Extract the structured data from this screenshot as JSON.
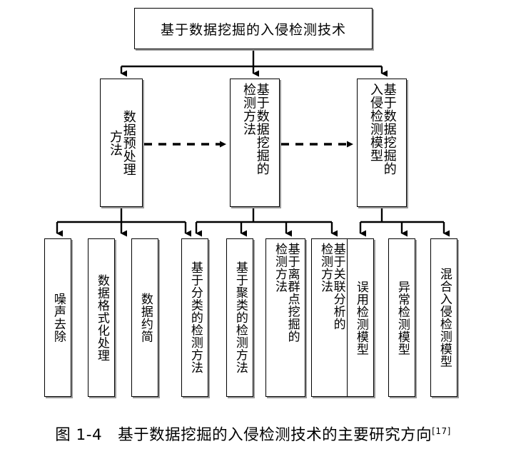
{
  "figure": {
    "caption_prefix": "图 1-4",
    "caption_text": "基于数据挖掘的入侵检测技术的主要研究方向",
    "caption_reference": "[17]"
  },
  "diagram": {
    "type": "tree-diagram",
    "root": {
      "id": "root",
      "label": "基于数据挖掘的入侵检测技术"
    },
    "branches": [
      {
        "id": "branch-preprocess",
        "col_primary": "数据预处理",
        "col_secondary": "方法",
        "children": [
          {
            "id": "leaf-noise-removal",
            "col_primary": "噪声去除",
            "col_secondary": ""
          },
          {
            "id": "leaf-data-format",
            "col_primary": "数据格式化处理",
            "col_secondary": ""
          },
          {
            "id": "leaf-data-reduction",
            "col_primary": "数据约简",
            "col_secondary": ""
          }
        ]
      },
      {
        "id": "branch-detection-method",
        "col_primary": "基于数据挖掘的",
        "col_secondary": "检测方法",
        "children": [
          {
            "id": "leaf-classification",
            "col_primary": "基于分类的检测方法",
            "col_secondary": ""
          },
          {
            "id": "leaf-clustering",
            "col_primary": "基于聚类的检测方法",
            "col_secondary": ""
          },
          {
            "id": "leaf-outlier",
            "col_primary": "基于离群点挖掘的",
            "col_secondary": "检测方法"
          },
          {
            "id": "leaf-association",
            "col_primary": "基于关联分析的",
            "col_secondary": "检测方法"
          }
        ]
      },
      {
        "id": "branch-detection-model",
        "col_primary": "基于数据挖掘的",
        "col_secondary": "入侵检测模型",
        "children": [
          {
            "id": "leaf-misuse",
            "col_primary": "误用检测模型",
            "col_secondary": ""
          },
          {
            "id": "leaf-anomaly",
            "col_primary": "异常检测模型",
            "col_secondary": ""
          },
          {
            "id": "leaf-hybrid",
            "col_primary": "混合入侵检测模型",
            "col_secondary": ""
          }
        ]
      }
    ],
    "flow_links": [
      {
        "id": "flow-preprocess-to-method",
        "style": "dashed-arrow"
      },
      {
        "id": "flow-method-to-model",
        "style": "dashed-arrow"
      }
    ],
    "colors": {
      "line": "#000000",
      "box_border": "#000000",
      "box_fill": "#ffffff",
      "shadow": "#9a9a9a",
      "text": "#000000"
    }
  }
}
